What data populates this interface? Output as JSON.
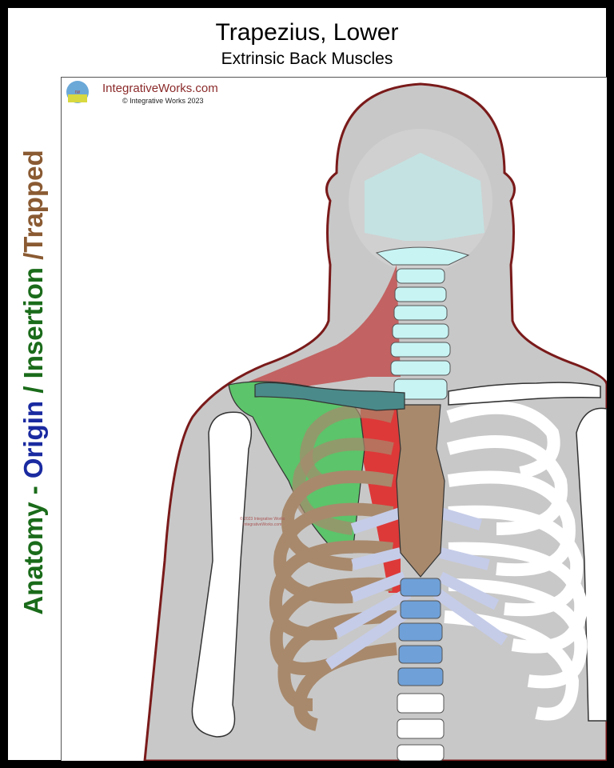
{
  "title": "Trapezius, Lower",
  "subtitle": "Extrinsic Back Muscles",
  "side_label": {
    "anatomy": "Anatomy - ",
    "origin": "Origin",
    "sep": " / ",
    "insertion": "Insertion",
    "trapped": " /Trapped"
  },
  "brand": {
    "name": "IntegrativeWorks.com",
    "copyright": "© Integrative Works 2023"
  },
  "watermark": {
    "line1": "© 2023 Integrative Works",
    "line2": "IntegrativeWorks.com"
  },
  "colors": {
    "origin": "#5cc46a",
    "insertion": "#4a8a8a",
    "muscle": "#d83030",
    "trapped": "#a8896c",
    "spine_cervical": "#c8f4f4",
    "spine_thoracic": "#6fa0d8",
    "body": "#c8c8c8",
    "outline": "#7a1a1a"
  }
}
